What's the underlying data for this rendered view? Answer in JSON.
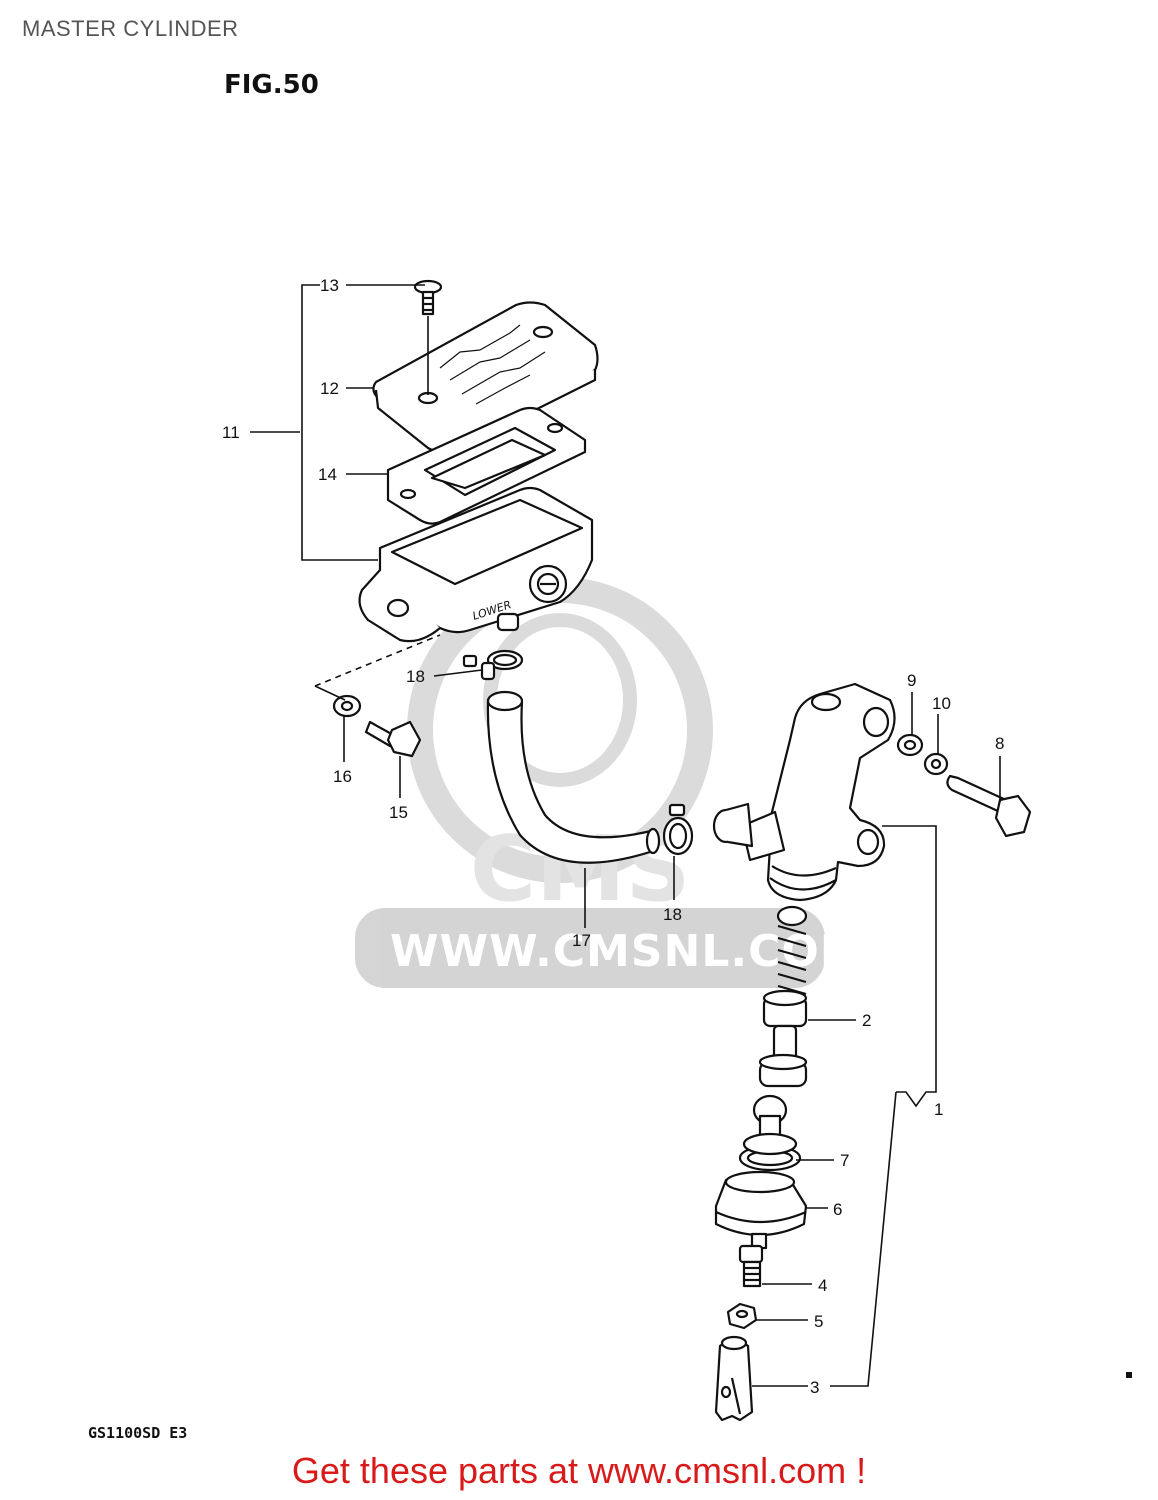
{
  "header": {
    "page_title": "MASTER CYLINDER",
    "figure_label": "FIG.50"
  },
  "diagram": {
    "model_code": "GS1100SD E3",
    "lid_marking": "LOWER",
    "watermark": {
      "brand": "CMS",
      "url_text": "WWW.CMSNL.COM"
    },
    "callouts": {
      "c1": "1",
      "c2": "2",
      "c3": "3",
      "c4": "4",
      "c5": "5",
      "c6": "6",
      "c7": "7",
      "c8": "8",
      "c9": "9",
      "c10": "10",
      "c11": "11",
      "c12": "12",
      "c13": "13",
      "c14": "14",
      "c15": "15",
      "c16": "16",
      "c17": "17",
      "c18a": "18",
      "c18b": "18"
    }
  },
  "footer": {
    "cta_text": "Get these parts at www.cmsnl.com !"
  },
  "colors": {
    "line_art": "#111111",
    "cta_red": "#d91a1a",
    "watermark_gray": "#d0d0d0"
  }
}
